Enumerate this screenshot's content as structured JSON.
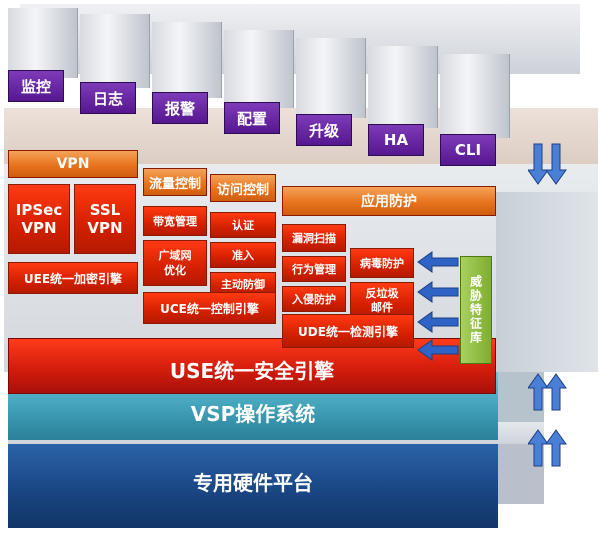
{
  "top_modules": [
    "监控",
    "日志",
    "报警",
    "配置",
    "升级",
    "HA",
    "CLI"
  ],
  "vpn": {
    "header": "VPN",
    "ipsec": "IPSec VPN",
    "ssl": "SSL VPN",
    "engine": "UEE统一加密引擎"
  },
  "control": {
    "header_flow": "流量控制",
    "header_access": "访问控制",
    "items": [
      "带宽管理",
      "认证",
      "广域网优化",
      "准入",
      "主动防御"
    ],
    "engine": "UCE统一控制引擎"
  },
  "app": {
    "header": "应用防护",
    "items": [
      "漏洞扫描",
      "病毒防护",
      "行为管理",
      "入侵防护",
      "反垃圾邮件"
    ],
    "engine": "UDE统一检测引擎",
    "threat_db": "威胁特征库"
  },
  "use_engine": "USE统一安全引擎",
  "vsp": "VSP操作系统",
  "hardware": "专用硬件平台",
  "colors": {
    "use": "#d81c0e",
    "vsp": "#3aa0b8",
    "hardware": "#1d4e8c",
    "purple": "#6a2aa3",
    "green": "#8fbf3a",
    "arrow": "#2f64c6"
  }
}
